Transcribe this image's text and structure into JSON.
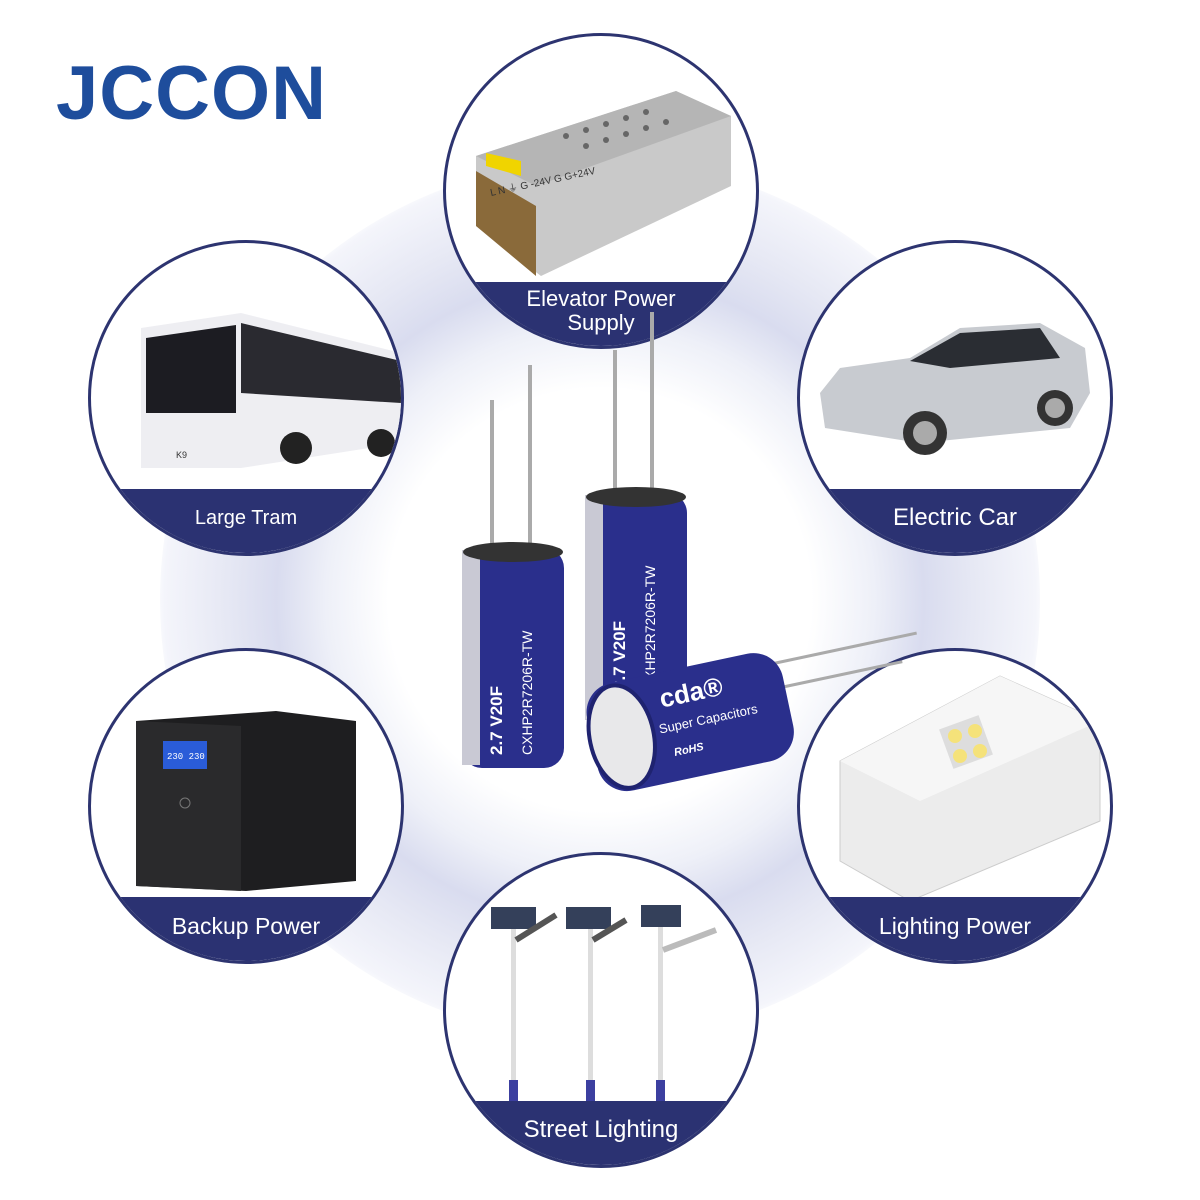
{
  "brand": {
    "logo_text": "JCCON",
    "color": "#1e4d9c"
  },
  "accent_color": "#2b3272",
  "applications": [
    {
      "id": "elevator",
      "label_line1": "Elevator Power",
      "label_line2": "Supply",
      "icon": "power-supply-unit"
    },
    {
      "id": "tram",
      "label": "Large Tram",
      "icon": "bus"
    },
    {
      "id": "car",
      "label": "Electric Car",
      "icon": "car"
    },
    {
      "id": "backup",
      "label": "Backup Power",
      "icon": "ups-unit"
    },
    {
      "id": "lighting",
      "label": "Lighting Power",
      "icon": "led-driver"
    },
    {
      "id": "street",
      "label": "Street Lighting",
      "icon": "solar-street-lamp"
    }
  ],
  "product": {
    "rating": "2.7 V20F",
    "part_number": "CXHP2R7206R-TW",
    "brand_mark": "cda®",
    "type": "Super Capacitors",
    "compliance": "RoHS",
    "color": "#2a2f8c"
  },
  "device_labels": {
    "psu_terminals": "L N ⏚ G -24V G G+24V",
    "bus_model": "K9",
    "ups_display": "230 230"
  }
}
